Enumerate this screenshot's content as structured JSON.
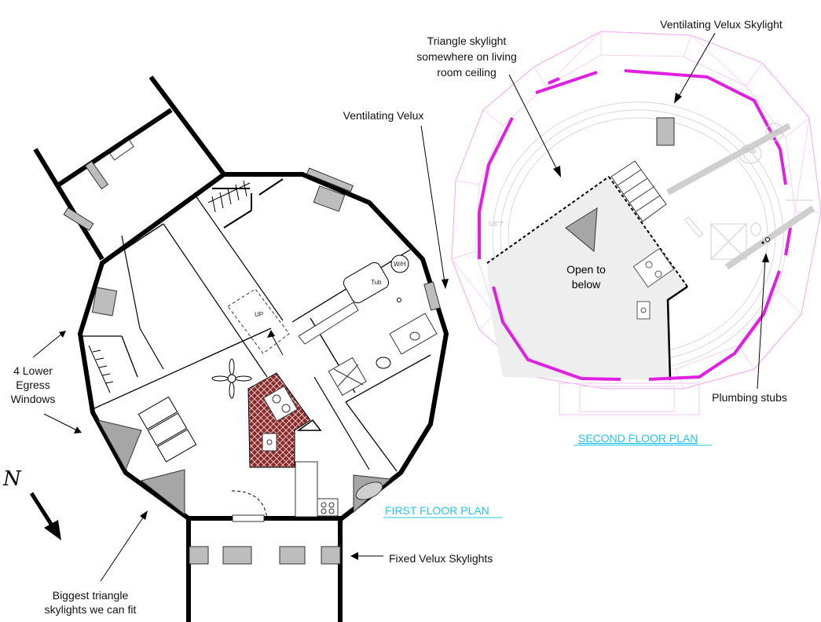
{
  "labels": {
    "ventilating_velux_skylight": "Ventilating Velux Skylight",
    "triangle_line1": "Triangle skylight",
    "triangle_line2": "somewhere on living",
    "triangle_line3": "room ceiling",
    "ventilating_velux": "Ventilating Velux",
    "lower_egress_line1": "4 Lower",
    "lower_egress_line2": "Egress",
    "lower_egress_line3": "Windows",
    "open_line1": "Open to",
    "open_line2": "below",
    "plumbing_stubs": "Plumbing stubs",
    "second_floor_plan": "SECOND FLOOR PLAN",
    "first_floor_plan": "FIRST FLOOR PLAN",
    "fixed_velux": "Fixed Velux Skylights",
    "biggest_line1": "Biggest triangle",
    "biggest_line2": "skylights we can fit",
    "tub_1f": "Tub",
    "wh_1f": "W/H",
    "up": "UP",
    "tub_2f": "Tub",
    "wh_2f": "W/H",
    "dim_2f": "5'6\"7'",
    "north": "N"
  },
  "colors": {
    "wall": "#000000",
    "magenta_wall": "#e020e0",
    "skylight_gray": "#bdbdbd",
    "plan_title": "#27c4ea",
    "tile": "#8b2a2a"
  },
  "icons": [
    "north-arrow-icon",
    "ceiling-fan-icon",
    "stair-up-arrow-icon"
  ]
}
